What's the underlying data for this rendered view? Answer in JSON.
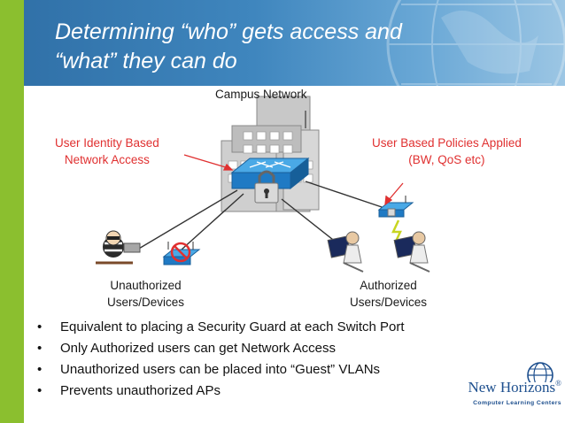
{
  "title": {
    "line1": "Determining “who” gets access and",
    "line2": "“what” they can do"
  },
  "diagram": {
    "campus_label": "Campus Network",
    "left_callout": {
      "line1": "User Identity Based",
      "line2": "Network Access"
    },
    "right_callout": {
      "line1": "User Based Policies Applied",
      "line2": "(BW, QoS etc)"
    },
    "unauthorized": {
      "line1": "Unauthorized",
      "line2": "Users/Devices"
    },
    "authorized": {
      "line1": "Authorized",
      "line2": "Users/Devices"
    }
  },
  "bullets": [
    "Equivalent to placing a Security Guard at each Switch Port",
    "Only Authorized users can get Network Access",
    "Unauthorized users can be placed into “Guest” VLANs",
    "Prevents unauthorized APs"
  ],
  "bullet_symbol": "•",
  "logo": {
    "name": "New Horizons",
    "mark": "®",
    "tagline": "Computer Learning Centers"
  },
  "colors": {
    "header": "#3f86be",
    "accent_green": "#8bbf2f",
    "callout_red": "#e03030",
    "logo_blue": "#1d4f8e"
  }
}
